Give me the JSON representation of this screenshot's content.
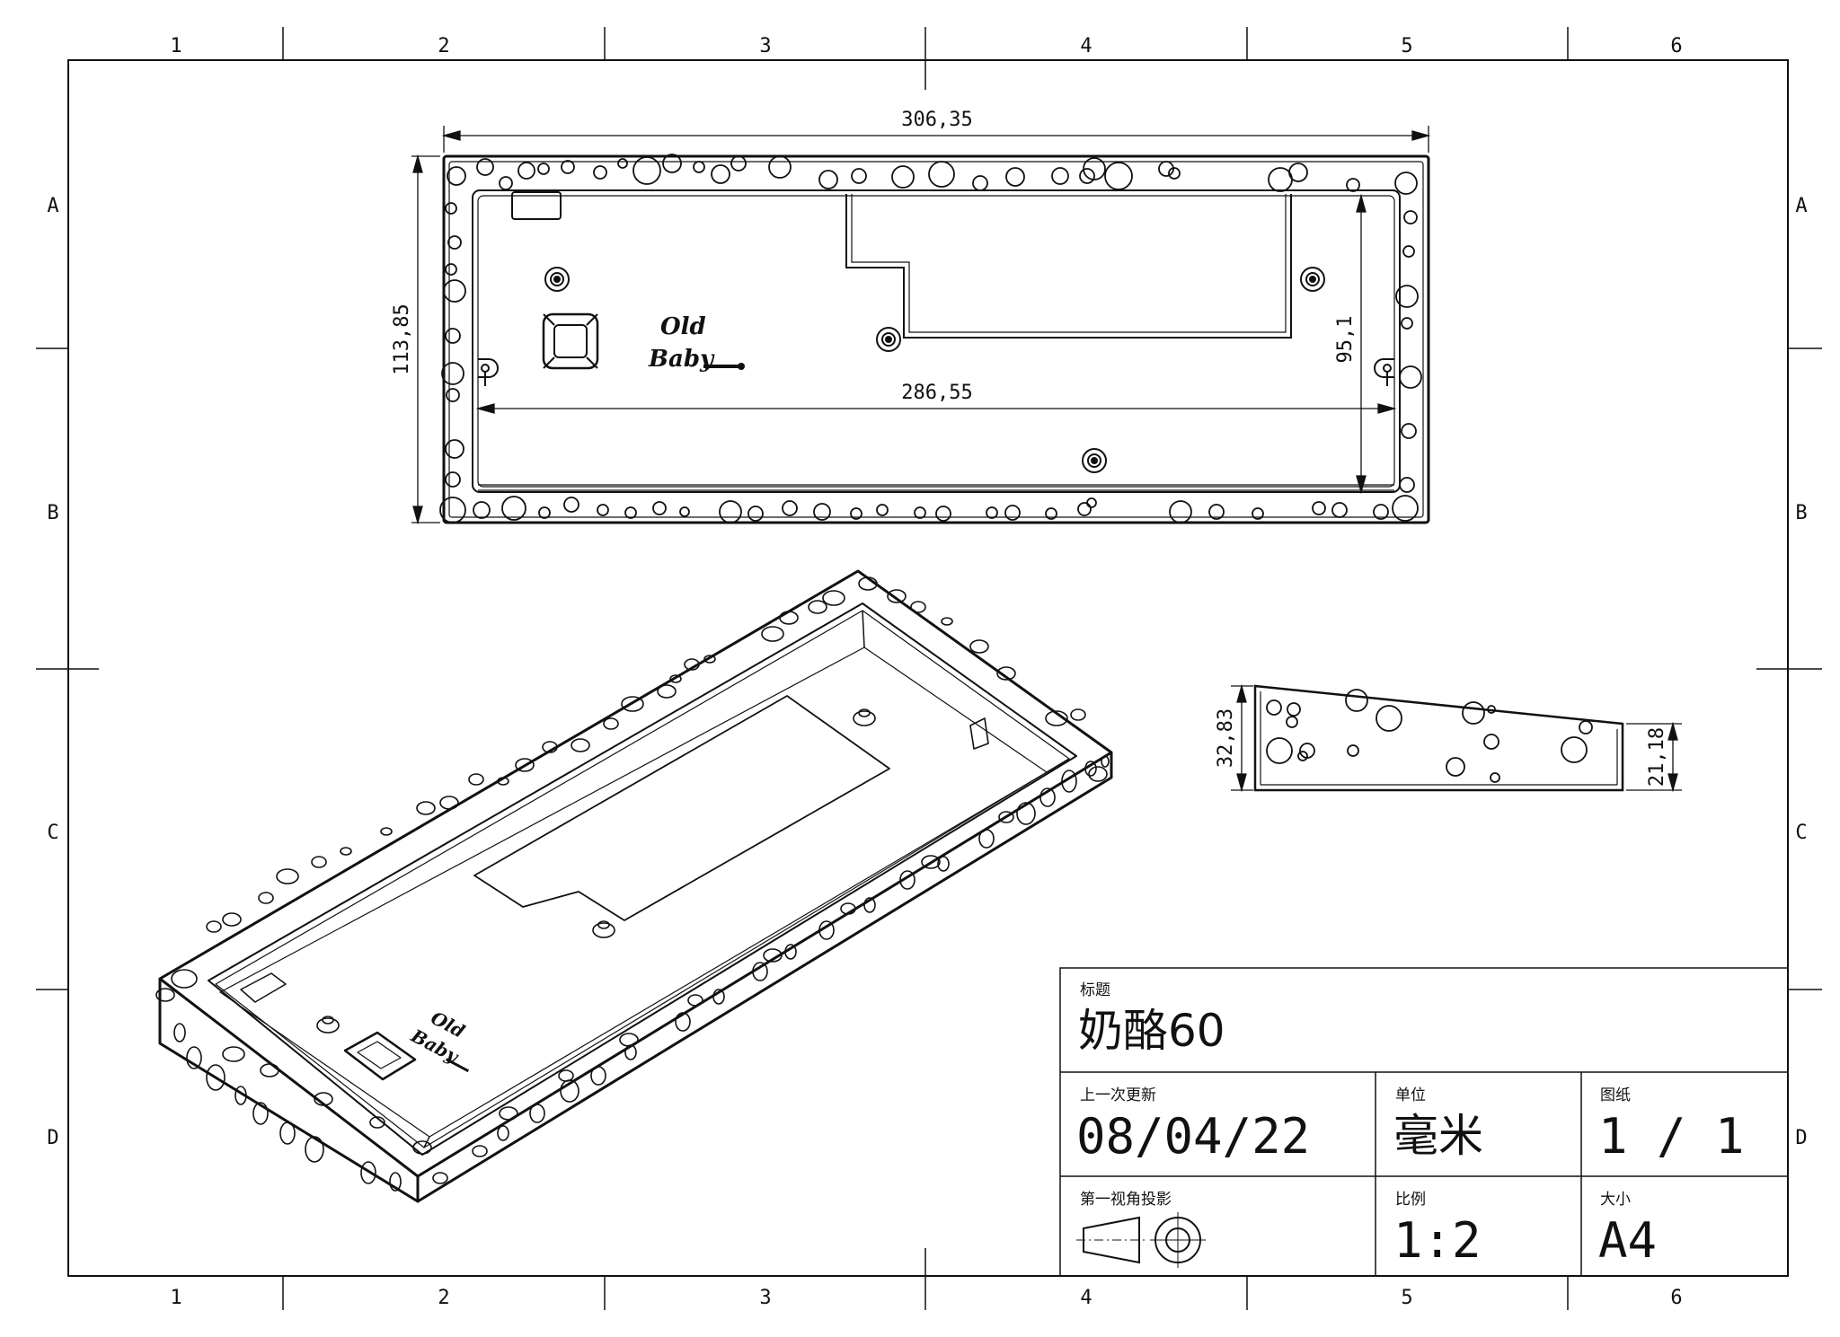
{
  "grid": {
    "columns": [
      "1",
      "2",
      "3",
      "4",
      "5",
      "6"
    ],
    "rows": [
      "A",
      "B",
      "C",
      "D"
    ]
  },
  "dimensions": {
    "top_overall_width": "306,35",
    "top_inner_width": "286,55",
    "top_overall_height": "113,85",
    "top_inner_height": "95,1",
    "side_front_height": "32,83",
    "side_back_height": "21,18"
  },
  "logo": {
    "line1": "Old",
    "line2": "Baby"
  },
  "title_block": {
    "title_label": "标题",
    "title_value": "奶酪60",
    "updated_label": "上一次更新",
    "updated_value": "08/04/22",
    "unit_label": "单位",
    "unit_value": "毫米",
    "sheet_label": "图纸",
    "sheet_value": "1 / 1",
    "projection_label": "第一视角投影",
    "scale_label": "比例",
    "scale_value": "1:2",
    "size_label": "大小",
    "size_value": "A4",
    "projection_icon": "first-angle-projection-icon"
  }
}
